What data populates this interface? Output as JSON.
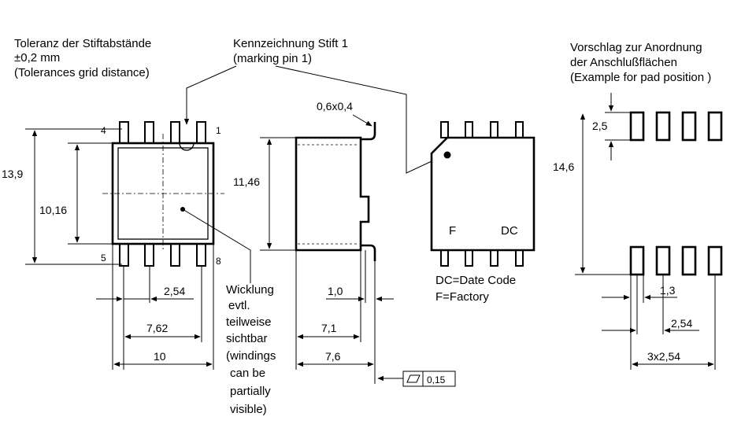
{
  "labels": {
    "tol_1": "Toleranz der Stiftabstände",
    "tol_2": "±0,2 mm",
    "tol_3": "(Tolerances grid distance)",
    "mark_1": "Kennzeichnung Stift 1",
    "mark_2": "(marking pin 1)",
    "pad_1": "Vorschlag zur Anordnung",
    "pad_2": "der Anschlußflächen",
    "pad_3": "(Example for pad position )",
    "wick_1": "Wicklung",
    "wick_2": "evtl.",
    "wick_3": "teilweise",
    "wick_4": "sichtbar",
    "wick_5": "(windings",
    "wick_6": "can be",
    "wick_7": "partially",
    "wick_8": "visible)",
    "dc": "DC=Date Code",
    "f": "F=Factory",
    "mark_f": "F",
    "mark_dc": "DC"
  },
  "pins": {
    "p4": "4",
    "p1": "1",
    "p5": "5",
    "p8": "8"
  },
  "dims": {
    "h_13_9": "13,9",
    "h_10_16": "10,16",
    "p_2_54": "2,54",
    "w_7_62": "7,62",
    "w_10": "10",
    "lead": "0,6x0,4",
    "h_11_46": "11,46",
    "s_1_0": "1,0",
    "s_7_1": "7,1",
    "s_7_6": "7,6",
    "flat_tol": "0,15",
    "pad_h": "2,5",
    "pad_span": "14,6",
    "pad_w": "1,3",
    "pad_pitch": "2,54",
    "pad_total": "3x2,54"
  }
}
